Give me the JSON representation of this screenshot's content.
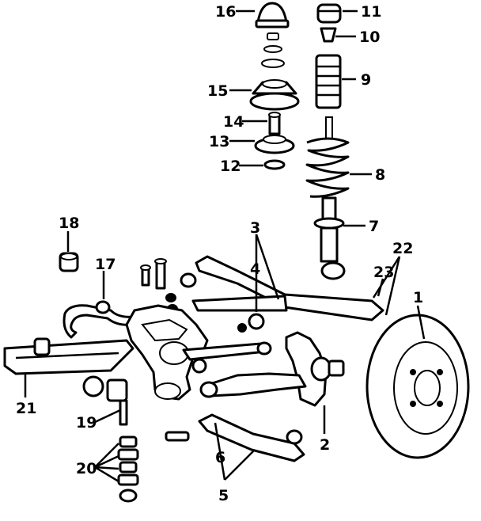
{
  "diagram": {
    "callouts": {
      "c1": "1",
      "c2": "2",
      "c3": "3",
      "c4": "4",
      "c5": "5",
      "c6": "6",
      "c7": "7",
      "c8": "8",
      "c9": "9",
      "c10": "10",
      "c11": "11",
      "c12": "12",
      "c13": "13",
      "c14": "14",
      "c15": "15",
      "c16": "16",
      "c17": "17",
      "c18": "18",
      "c19": "19",
      "c20": "20",
      "c21": "21",
      "c22": "22",
      "c23": "23"
    }
  }
}
